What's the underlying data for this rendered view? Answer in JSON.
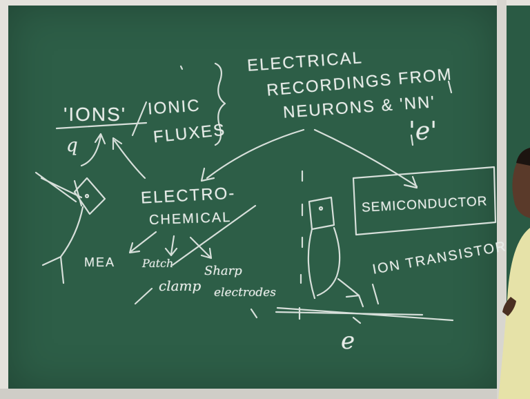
{
  "board": {
    "color": "#2d5e47",
    "frame_color": "#d9d9d6",
    "chalk_color": "#e7ece8"
  },
  "chalk_text": {
    "ions": "'IONS'",
    "ionic": "IONIC",
    "fluxes": "FLUXES",
    "q": "q",
    "electrical": "ELECTRICAL",
    "recordings_from": "RECORDINGS FROM",
    "neurons_nn": "NEURONS & 'NN'",
    "e_top": "'e'",
    "electro": "ELECTRO-",
    "chemical": "CHEMICAL",
    "semiconductor": "SEMICONDUCTOR",
    "mea": "MEA",
    "patch": "Patch",
    "clamp": "clamp",
    "sharp": "Sharp",
    "electrodes": "electrodes",
    "ion_transistor": "ION TRANSISTOR",
    "e_bottom": "e"
  }
}
